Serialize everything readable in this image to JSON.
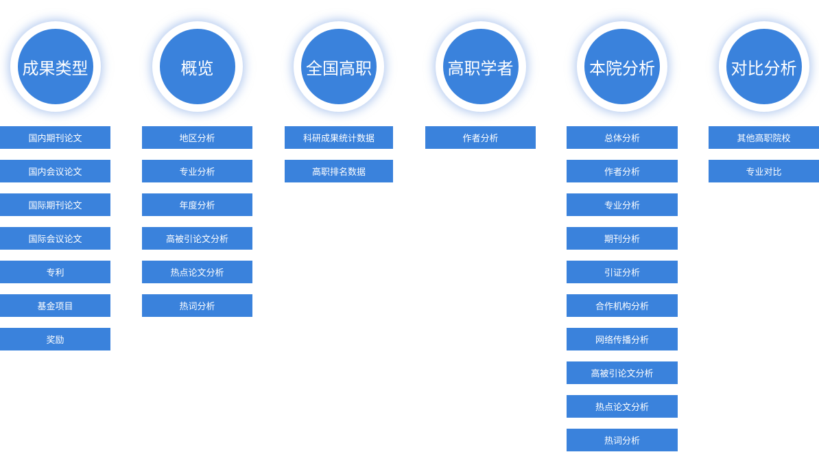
{
  "categories": [
    {
      "title": "成果类型",
      "items": [
        "国内期刊论文",
        "国内会议论文",
        "国际期刊论文",
        "国际会议论文",
        "专利",
        "基金项目",
        "奖励"
      ]
    },
    {
      "title": "概览",
      "items": [
        "地区分析",
        "专业分析",
        "年度分析",
        "高被引论文分析",
        "热点论文分析",
        "热词分析"
      ]
    },
    {
      "title": "全国高职",
      "items": [
        "科研成果统计数据",
        "高职排名数据"
      ]
    },
    {
      "title": "高职学者",
      "items": [
        "作者分析"
      ]
    },
    {
      "title": "本院分析",
      "items": [
        "总体分析",
        "作者分析",
        "专业分析",
        "期刊分析",
        "引证分析",
        "合作机构分析",
        "网络传播分析",
        "高被引论文分析",
        "热点论文分析",
        "热词分析"
      ]
    },
    {
      "title": "对比分析",
      "items": [
        "其他高职院校",
        "专业对比"
      ]
    }
  ]
}
